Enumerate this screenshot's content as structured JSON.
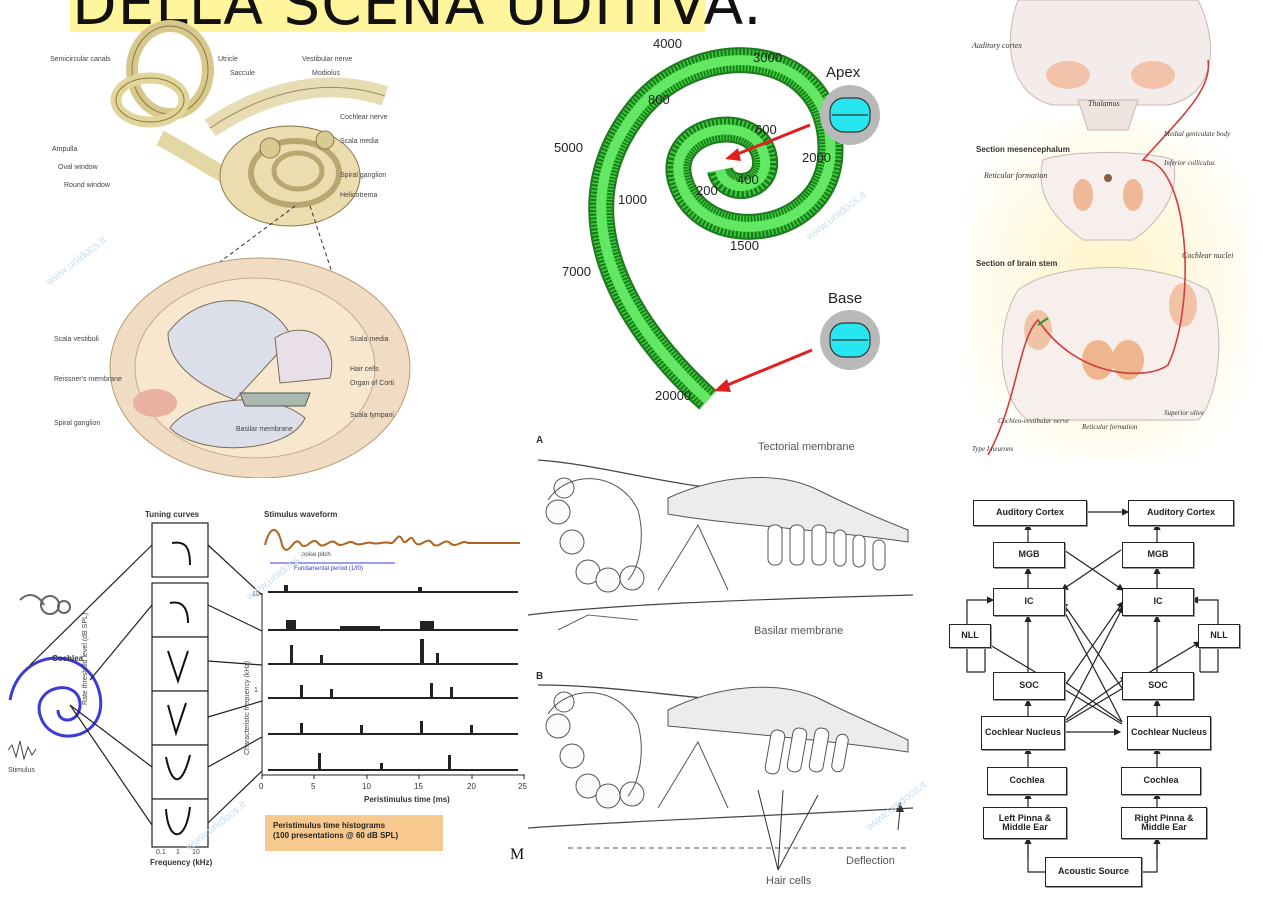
{
  "title": "DELLA SCENA UDITIVA.",
  "inner_ear": {
    "top_labels": [
      "Semicircular canals",
      "Utricle",
      "Saccule",
      "Vestibular nerve",
      "Modiolus",
      "Cochlear nerve",
      "Scala media",
      "Ampulla",
      "Oval window",
      "Round window",
      "Spiral ganglion",
      "Helicotrema"
    ],
    "section_labels": [
      "Scala vestibuli",
      "Scala media",
      "Hair cells",
      "Reissner's membrane",
      "Organ of Corti",
      "Spiral ganglion",
      "Basilar membrane",
      "Scala tympani"
    ]
  },
  "cochlea_map": {
    "frequencies": [
      "4000",
      "3000",
      "800",
      "600",
      "5000",
      "2000",
      "1000",
      "200",
      "400",
      "1500",
      "7000",
      "20000"
    ],
    "apex_label": "Apex",
    "base_label": "Base",
    "colors": {
      "spiral": "#3ad33a",
      "duct": "#27e6f0",
      "arrow": "#e02020"
    }
  },
  "auditory_pathway": {
    "labels": [
      "Auditory cortex",
      "Thalamus",
      "Medial geniculate body",
      "Section mesencephalum",
      "Reticular formation",
      "Inferior colliculus",
      "Section of brain stem",
      "Cochlear nuclei",
      "Cochleo-vestibular nerve",
      "Reticular formation",
      "Superior olive",
      "Type I neurons"
    ]
  },
  "tuning": {
    "tuning_title": "Tuning curves",
    "stimulus_title": "Stimulus waveform",
    "noise_pitch": "noise pitch",
    "fundamental": "Fundamental period (1/f0)",
    "cochlea_label": "Cochlea",
    "stimulus_label": "Stimulus",
    "rate_axis": "Rate threshold level (dB SPL)",
    "cf_axis": "Characteristic frequency (kHz)",
    "freq_axis": "Frequency (kHz)",
    "freq_ticks": [
      "0.1",
      "1",
      "10"
    ],
    "cf_ticks": [
      "10",
      "1"
    ],
    "time_axis": "Peristimulus time (ms)",
    "time_ticks": [
      "0",
      "5",
      "10",
      "15",
      "20",
      "25"
    ],
    "pst_caption_1": "Peristimulus time histograms",
    "pst_caption_2": "(100 presentations @ 60 dB SPL)",
    "colors": {
      "waveform": "#b0641e",
      "spiral": "#3b3bd6",
      "caption_bg": "#f7c98e"
    }
  },
  "organ_of_corti": {
    "label_a": "A",
    "label_b": "B",
    "tectorial": "Tectorial membrane",
    "basilar": "Basilar membrane",
    "deflection": "Deflection",
    "hair_cells": "Hair cells"
  },
  "flowchart": {
    "left": [
      "Auditory Cortex",
      "MGB",
      "IC",
      "NLL",
      "SOC",
      "Cochlear Nucleus",
      "Cochlea",
      "Left Pinna & Middle Ear"
    ],
    "right": [
      "Auditory Cortex",
      "MGB",
      "IC",
      "NLL",
      "SOC",
      "Cochlear Nucleus",
      "Cochlea",
      "Right Pinna & Middle Ear"
    ],
    "source": "Acoustic Source"
  },
  "margin_letter": "M",
  "watermark": "www.unidocs.it"
}
